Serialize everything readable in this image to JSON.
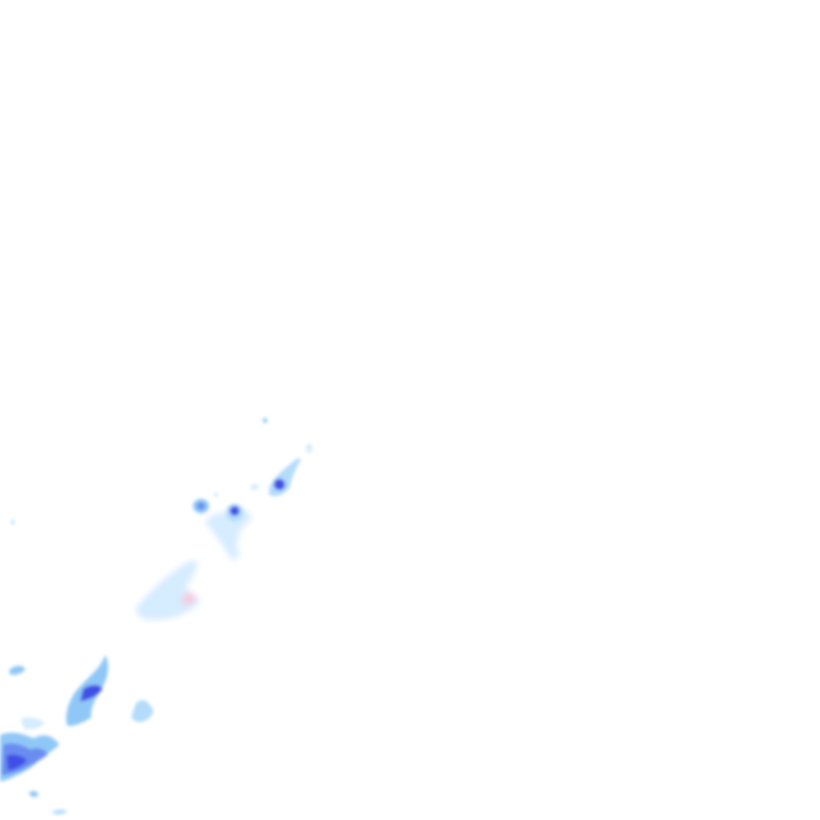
{
  "layer": {
    "type": "precipitation-radar-overlay",
    "background": "#ffffff",
    "intensity_colors": {
      "very_light": "#d6ecff",
      "light": "#b3dcfb",
      "moderate": "#8fc7f7",
      "heavy": "#6a8cf0",
      "very_heavy": "#3f4fe6",
      "trace_pink": "#f6c9de"
    }
  },
  "echoes": [
    {
      "name": "echo-bottom-left-large",
      "intensity": "heavy"
    },
    {
      "name": "echo-bottom-left-band",
      "intensity": "heavy"
    },
    {
      "name": "echo-lower-center-patch",
      "intensity": "light"
    },
    {
      "name": "echo-center-streak",
      "intensity": "very_light"
    },
    {
      "name": "echo-cell-a",
      "intensity": "very_heavy"
    },
    {
      "name": "echo-cell-b",
      "intensity": "very_heavy"
    },
    {
      "name": "echo-cell-c",
      "intensity": "heavy"
    }
  ]
}
